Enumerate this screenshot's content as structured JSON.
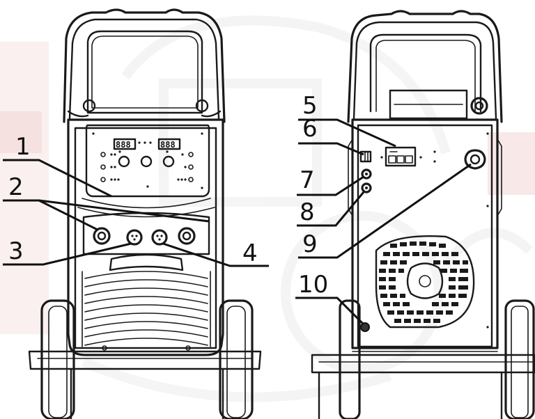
{
  "watermark": {
    "color": "#d9262b"
  },
  "callouts": [
    {
      "id": "c1",
      "label": "1"
    },
    {
      "id": "c2",
      "label": "2"
    },
    {
      "id": "c3",
      "label": "3"
    },
    {
      "id": "c4",
      "label": "4"
    },
    {
      "id": "c5",
      "label": "5"
    },
    {
      "id": "c6",
      "label": "6"
    },
    {
      "id": "c7",
      "label": "7"
    },
    {
      "id": "c8",
      "label": "8"
    },
    {
      "id": "c9",
      "label": "9"
    },
    {
      "id": "c10",
      "label": "10"
    }
  ],
  "front_panel": {
    "display_left": "888",
    "display_right": "888"
  }
}
